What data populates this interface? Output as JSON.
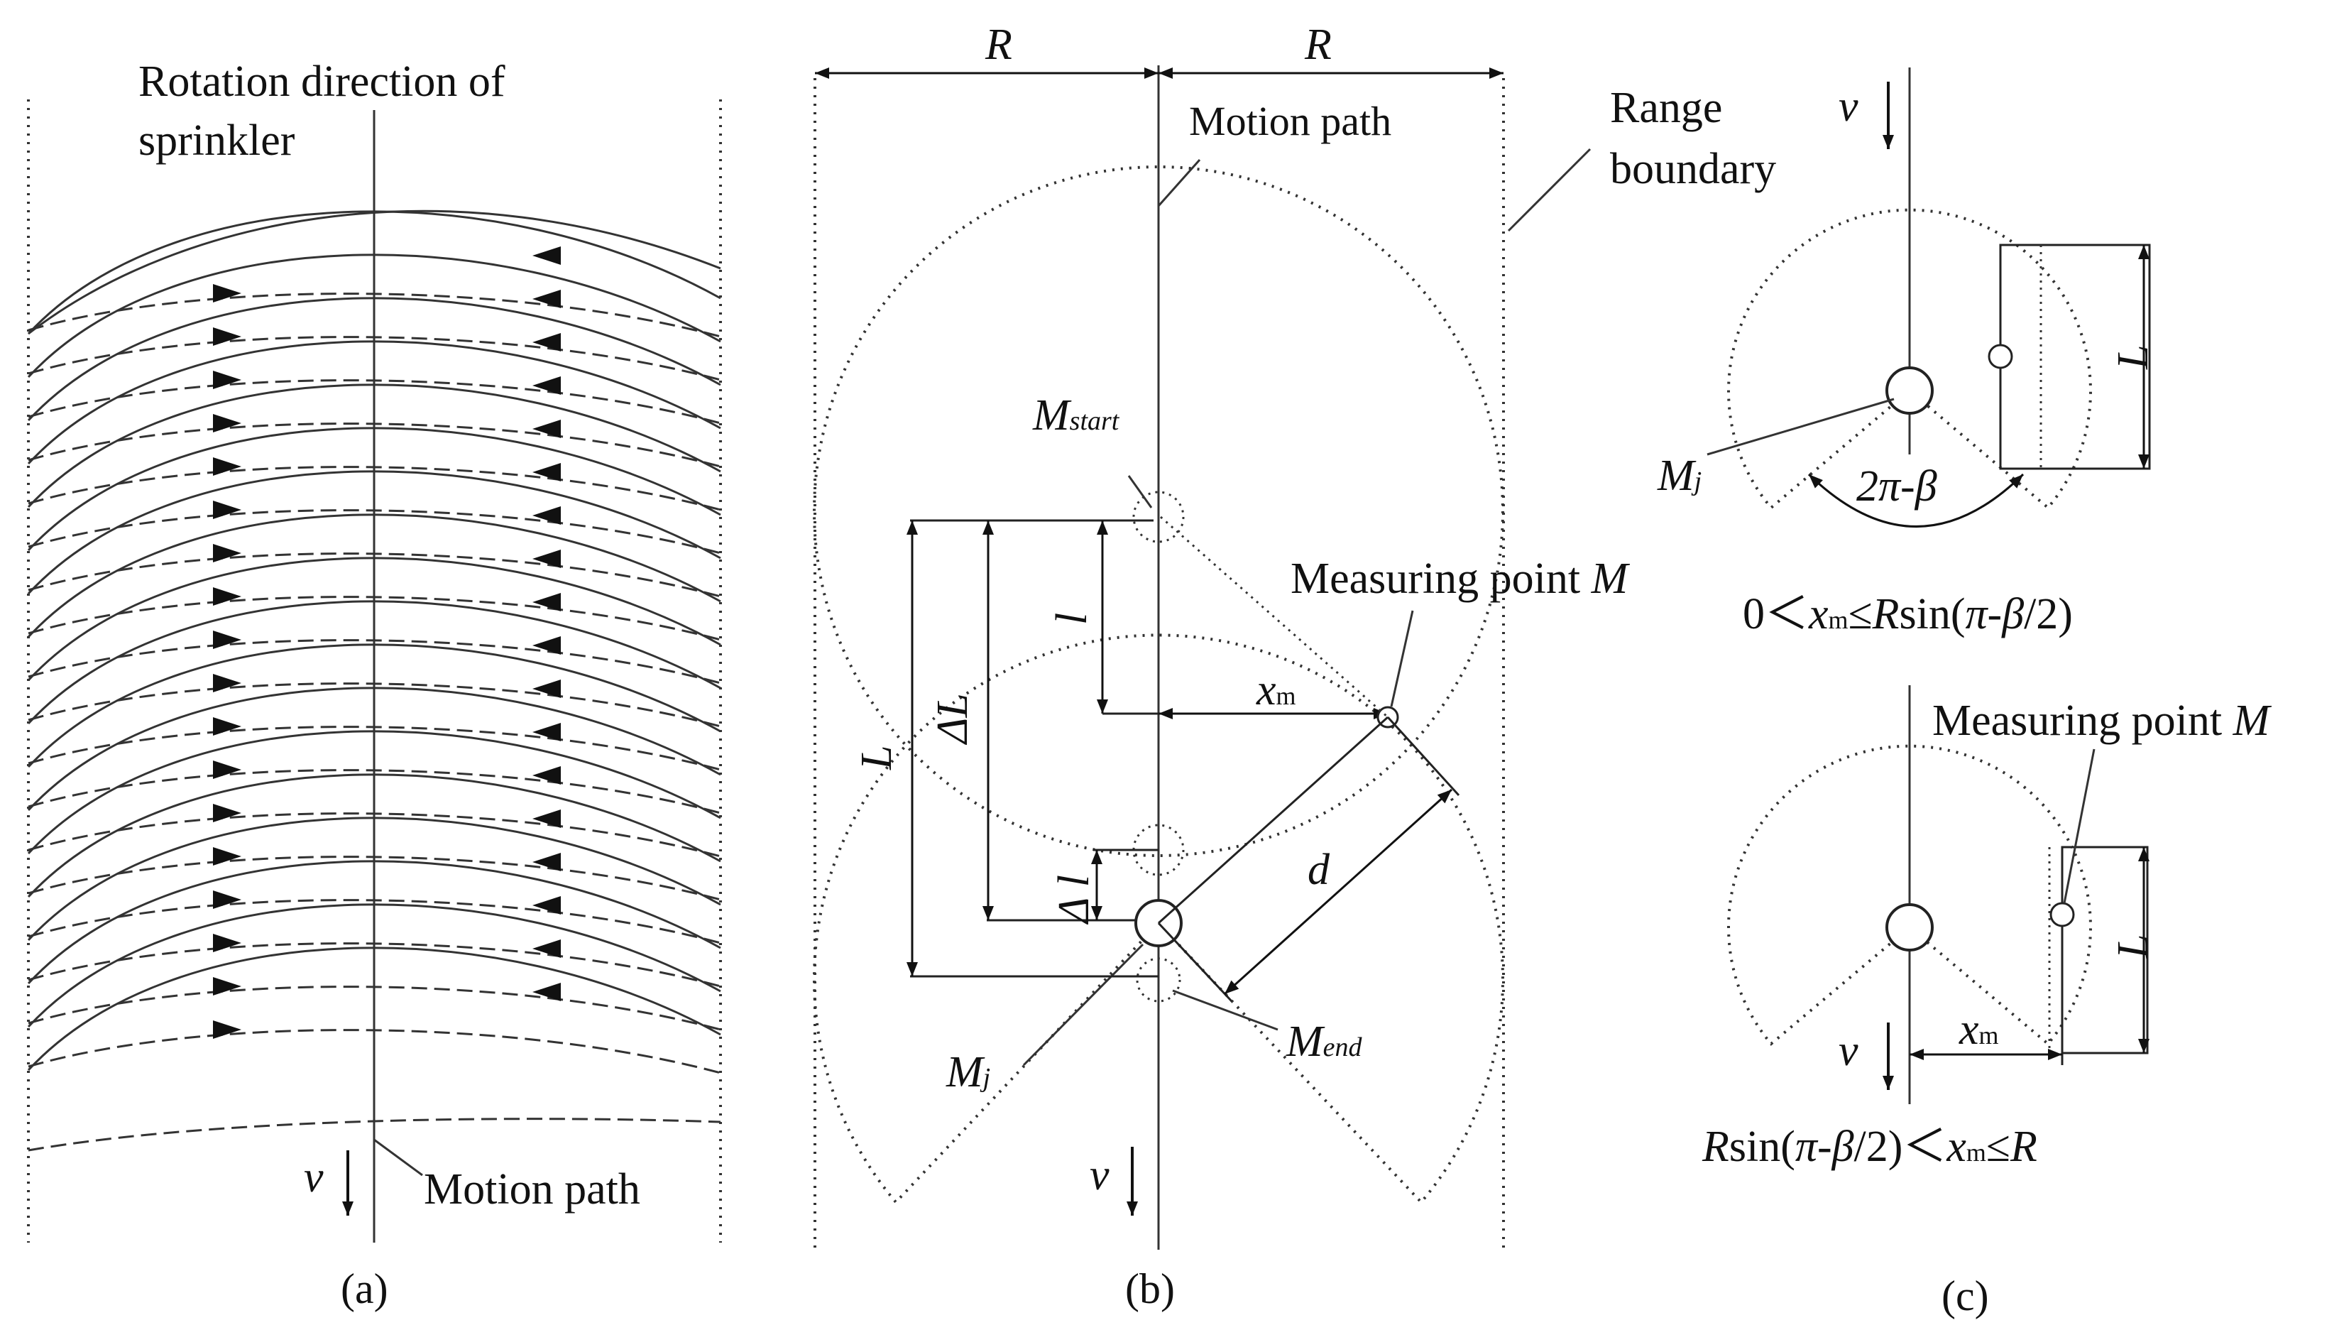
{
  "panel_a": {
    "title_line1": "Rotation direction of",
    "title_line2": "sprinkler",
    "velocity_symbol": "v",
    "motion_path_label": "Motion path",
    "caption": "(a)"
  },
  "panel_b": {
    "radius_label_left": "R",
    "radius_label_right": "R",
    "motion_path_label": "Motion path",
    "range_boundary_line1": "Range",
    "range_boundary_line2": "boundary",
    "m_start_main": "M",
    "m_start_sub": "start",
    "measuring_point_label": "Measuring point ",
    "measuring_point_symbol": "M",
    "dim_L": "L",
    "dim_delta_L": "ΔL",
    "dim_l": "l",
    "dim_delta_l": "Δ l",
    "xm_main": "x",
    "xm_sub": "m",
    "dim_d": "d",
    "mj_main": "M",
    "mj_sub": "j",
    "m_end_main": "M",
    "m_end_sub": "end",
    "velocity_symbol": "v",
    "caption": "(b)"
  },
  "panel_c": {
    "top_velocity": "v",
    "top_L": "L",
    "mj_main": "M",
    "mj_sub": "j",
    "angle_label": "2π-β",
    "cond1_a": "0＜",
    "cond1_x": "x",
    "cond1_m": "m",
    "cond1_b": "≤",
    "cond1_R": "R",
    "cond1_c": "sin(",
    "cond1_pi": "π",
    "cond1_d": "-",
    "cond1_beta": "β",
    "cond1_e": "/2)",
    "measuring_point_label": "Measuring point ",
    "measuring_point_symbol": "M",
    "bottom_L": "L",
    "xm_main": "x",
    "xm_sub": "m",
    "bottom_velocity": "v",
    "cond2_R": "R",
    "cond2_a": "sin(",
    "cond2_pi": "π",
    "cond2_b": "-",
    "cond2_beta": "β",
    "cond2_c": "/2)＜",
    "cond2_x": "x",
    "cond2_m": "m",
    "cond2_d": "≤",
    "cond2_R2": "R",
    "caption": "(c)"
  }
}
